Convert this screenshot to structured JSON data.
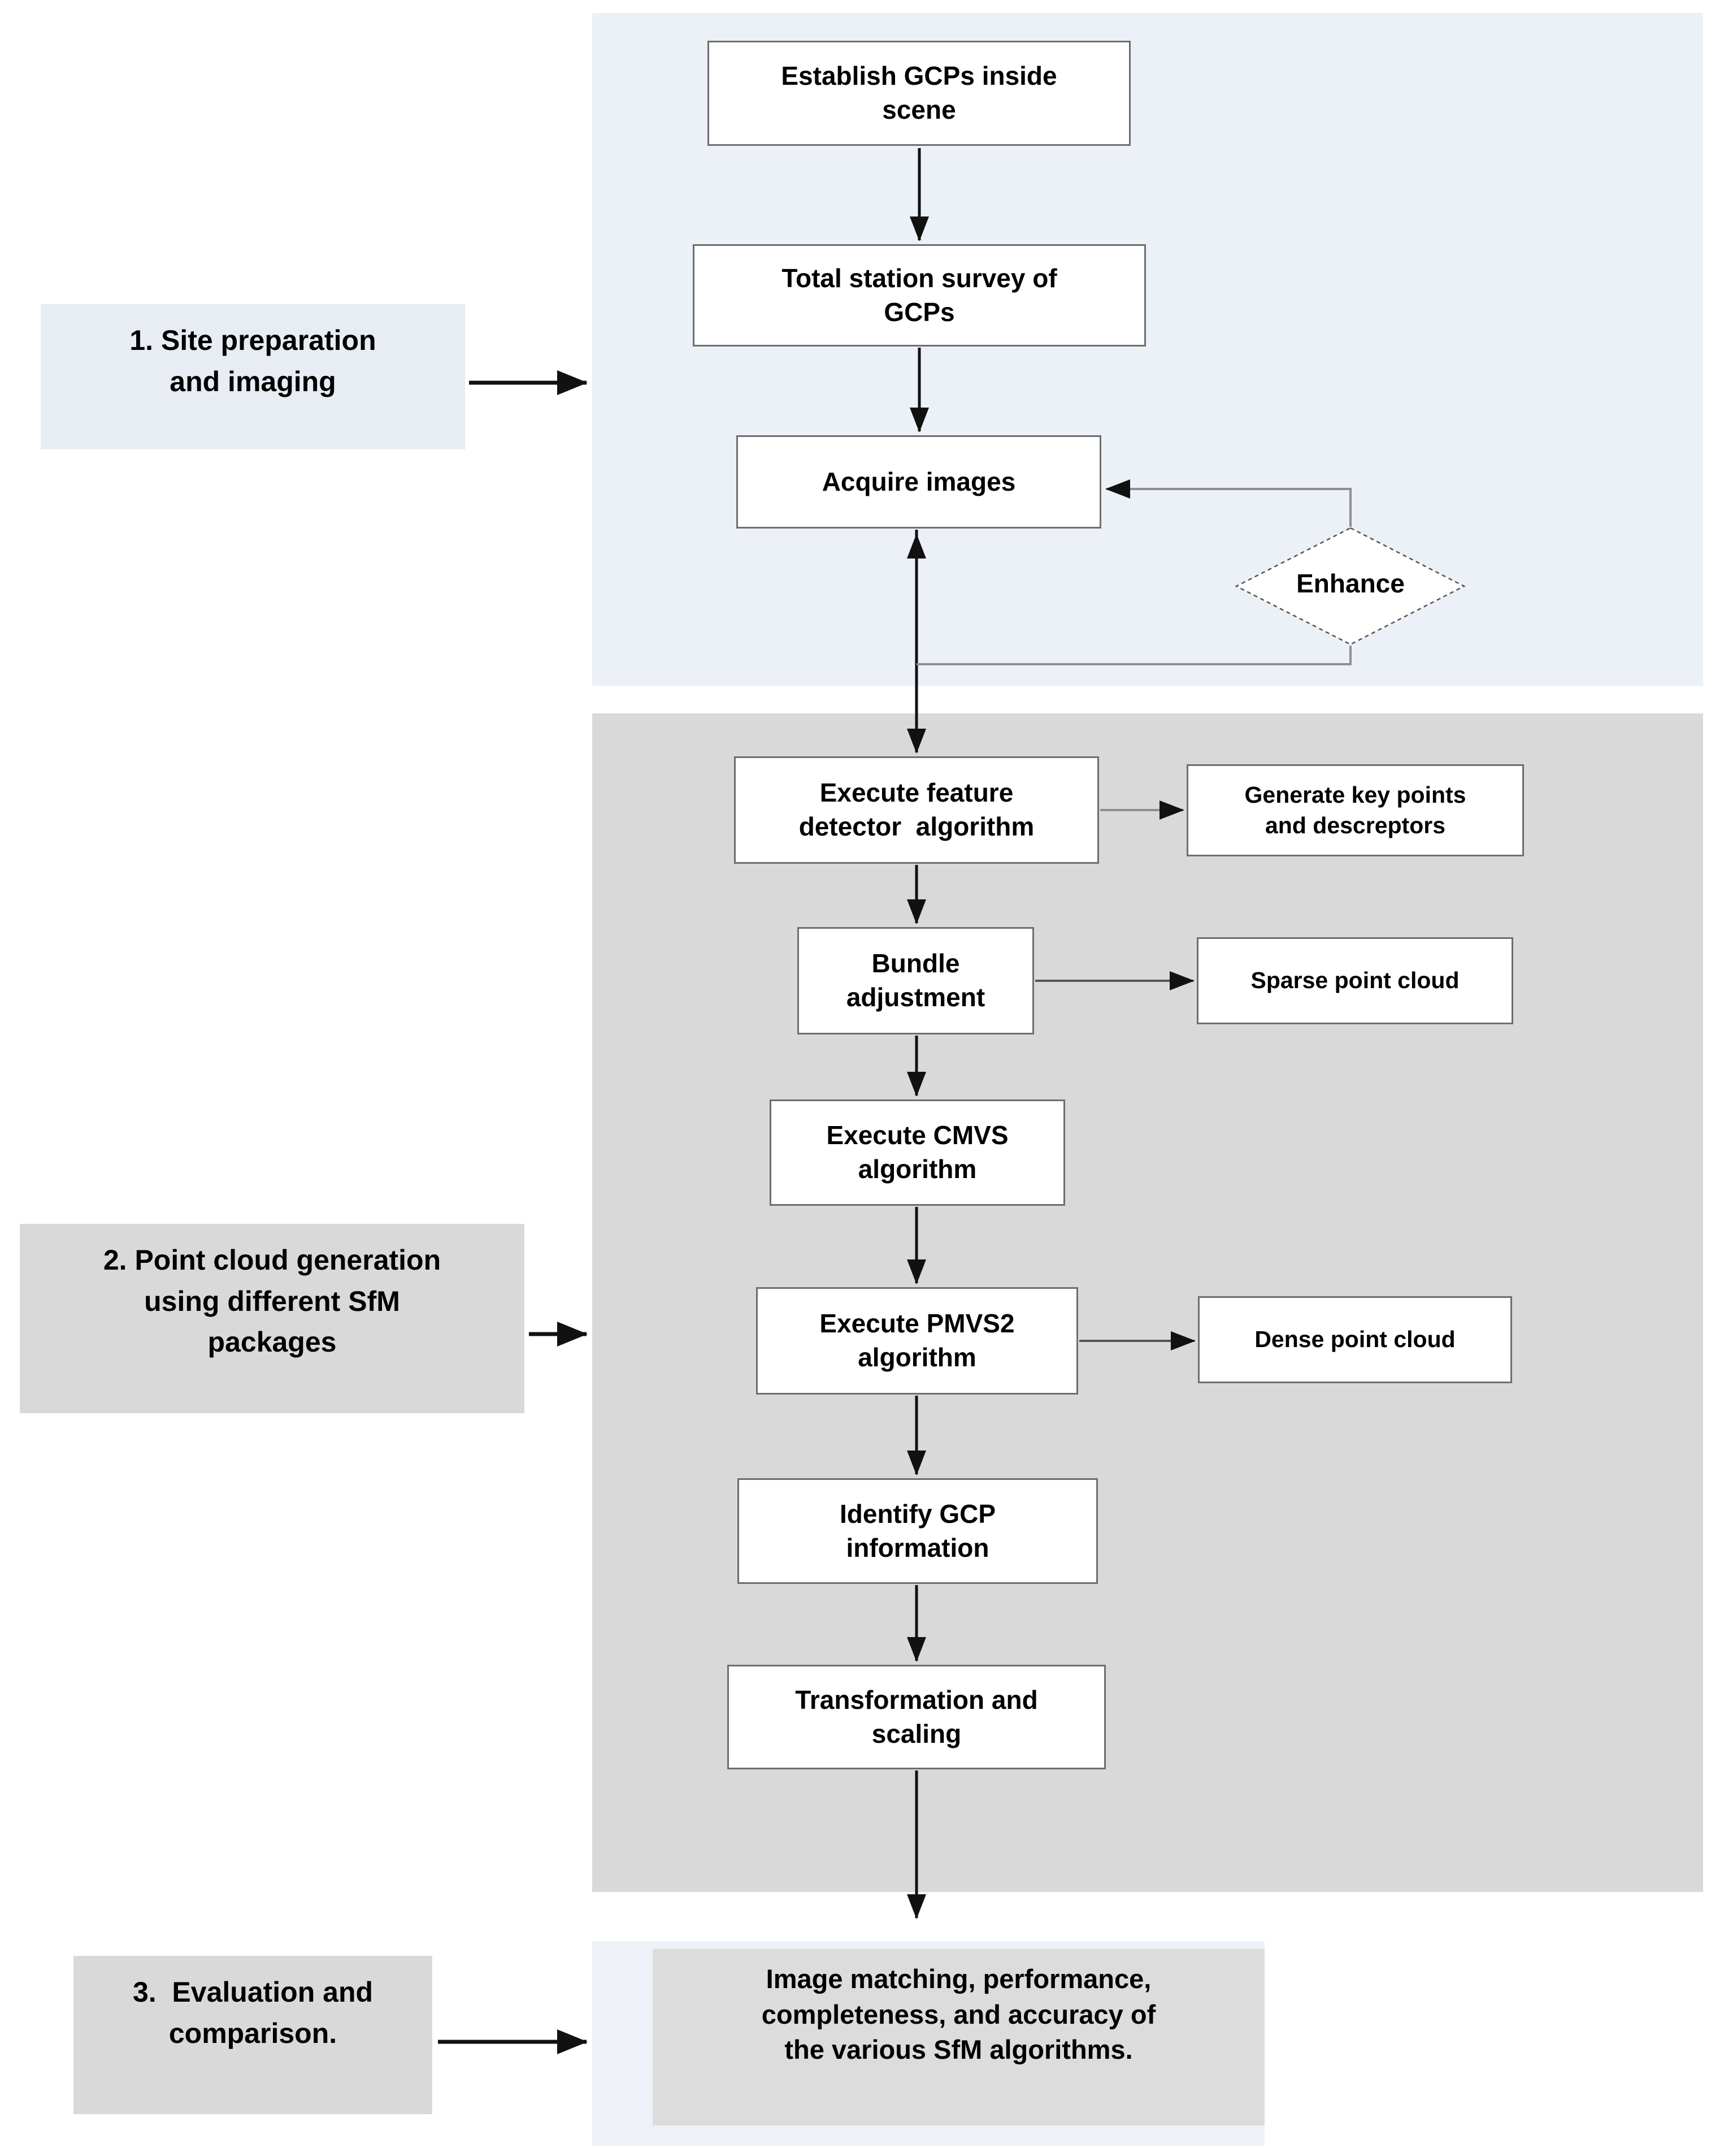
{
  "stages": {
    "stage1": {
      "label": "1. Site preparation\nand imaging"
    },
    "stage2": {
      "label": "2. Point cloud generation\nusing different SfM\npackages"
    },
    "stage3": {
      "label": "3.  Evaluation and\ncomparison."
    }
  },
  "nodes": {
    "establish": "Establish GCPs inside\nscene",
    "total_station": "Total station survey of\nGCPs",
    "acquire": "Acquire images",
    "enhance": "Enhance",
    "feature_detector": "Execute feature\ndetector  algorithm",
    "keypoints": "Generate key points\nand descreptors",
    "bundle": "Bundle\nadjustment",
    "sparse": "Sparse point cloud",
    "cmvs": "Execute CMVS\nalgorithm",
    "pmvs2": "Execute PMVS2\nalgorithm",
    "dense": "Dense point cloud",
    "identify_gcp": "Identify GCP\ninformation",
    "transformation": "Transformation and\nscaling",
    "evaluation_output": "Image matching, performance,\ncompleteness, and accuracy of\nthe various SfM algorithms."
  },
  "colors": {
    "section_blue": "#ecf0f7",
    "section_gray": "#d9d9d9",
    "stage1_fill": "#e8ecf3",
    "eval_panel_blue": "#eef1f7",
    "eval_box_gray": "#dcdcdc",
    "node_fill": "#ffffff",
    "node_border": "#6e6e6e",
    "arrow_black": "#111111",
    "connector_gray": "#8f8f8f"
  }
}
